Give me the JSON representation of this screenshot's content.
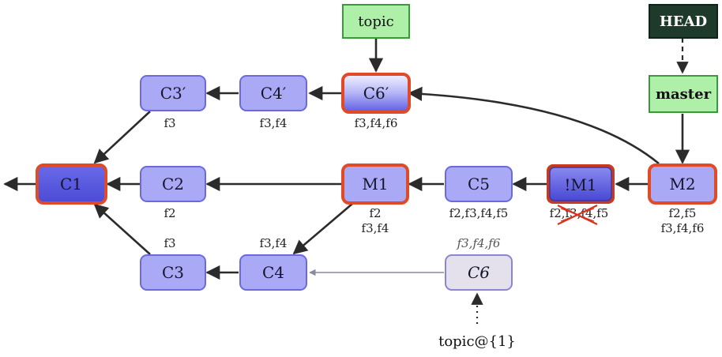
{
  "nodes": {
    "c1": "C1",
    "c2": "C2",
    "c3": "C3",
    "c4": "C4",
    "c3p": "C3′",
    "c4p": "C4′",
    "c6p": "C6′",
    "m1": "M1",
    "c5": "C5",
    "notm1": "!M1",
    "m2": "M2",
    "c6old": "C6"
  },
  "files": {
    "c3p": "f3",
    "c4p": "f3,f4",
    "c6p": "f3,f4,f6",
    "c2": "f2",
    "c3": "f3",
    "c4": "f3,f4",
    "m1_line1": "f2",
    "m1_line2": "f3,f4",
    "c5": "f2,f3,f4,f5",
    "notm1": "f2,f3,f4,f5",
    "m2_line1": "f2,f5",
    "m2_line2": "f3,f4,f6",
    "c6old": "f3,f4,f6"
  },
  "refs": {
    "topic": "topic",
    "head": "HEAD",
    "master": "master",
    "reflog": "topic@{1}"
  },
  "colors": {
    "node_fill": "#a9a9f6",
    "node_stroke": "#6a6ae0",
    "highlight_stroke": "#e04a26",
    "ref_fill": "#aef0a8",
    "ref_stroke": "#3a9a3a",
    "head_fill": "#1e3a2a",
    "ghost_fill": "#e4e0ec"
  },
  "icons": {
    "strike": "red-cross-strike"
  }
}
